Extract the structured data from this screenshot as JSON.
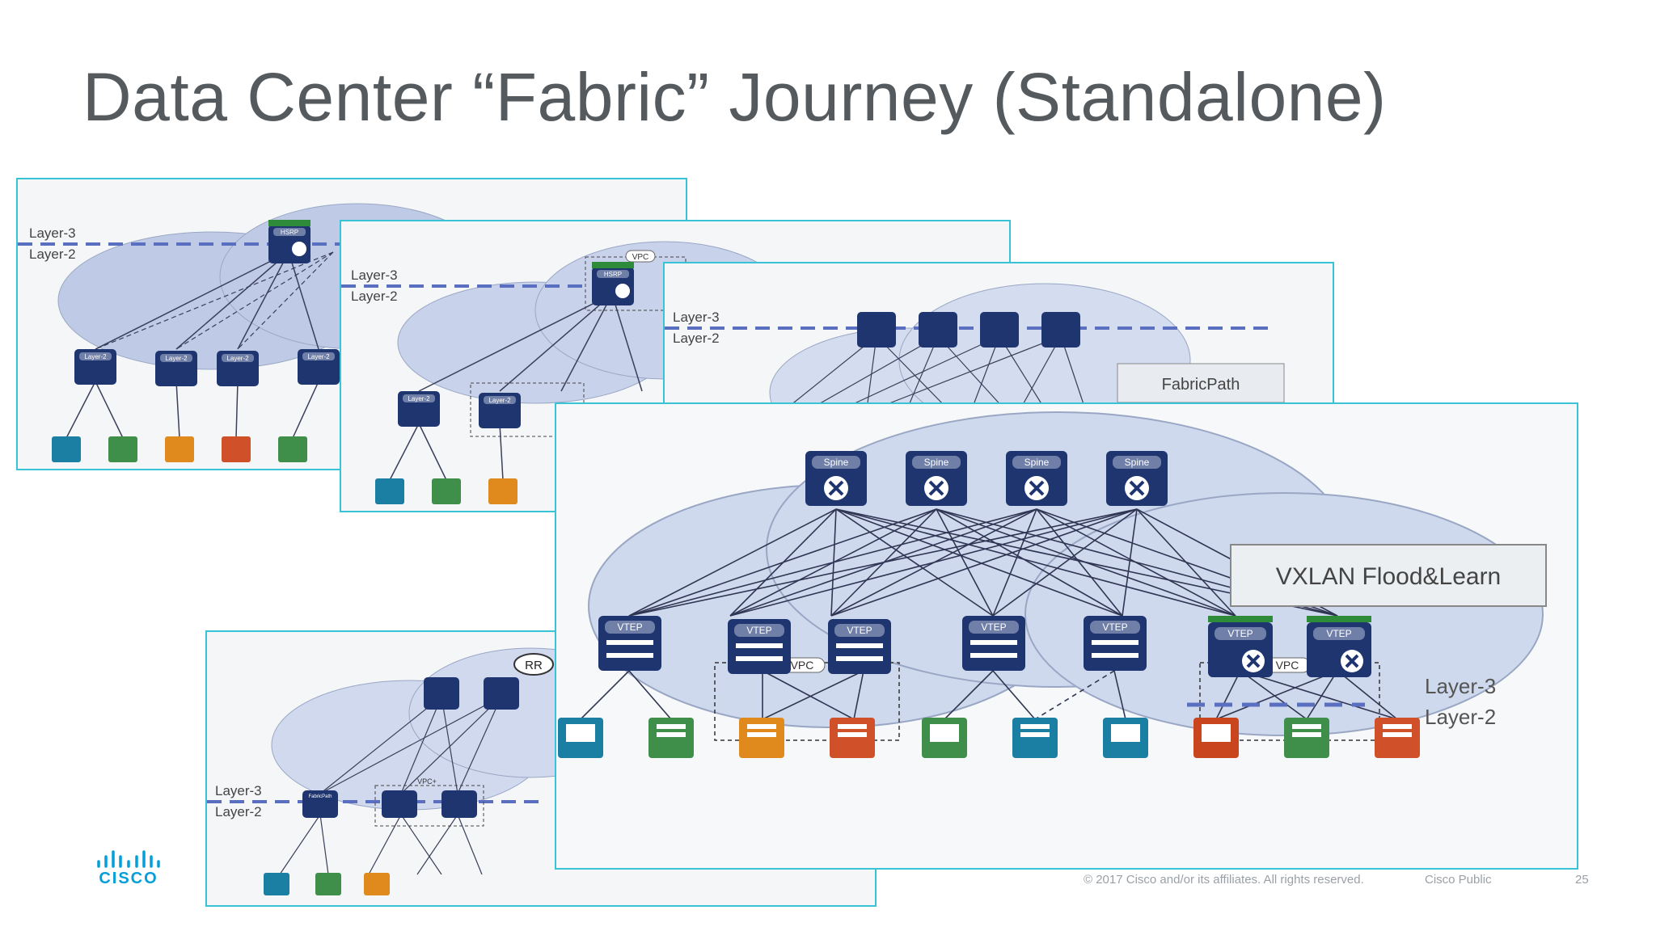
{
  "slide": {
    "title": "Data Center “Fabric” Journey (Standalone)",
    "copyright": "© 2017  Cisco and/or its affiliates. All rights reserved.",
    "classification": "Cisco Public",
    "page_number": "25",
    "logo_text": "CISCO"
  },
  "colors": {
    "panel_border": "#38c3d6",
    "boundary_line": "#5b6fc0",
    "switch_blue": "#1f3570",
    "hsrp_green": "#2e8b3a",
    "title_gray": "#555a5e"
  },
  "layer_labels": {
    "l3": "Layer-3",
    "l2": "Layer-2"
  },
  "panels": [
    {
      "id": "stp",
      "tags": {
        "gateway": "HSRP",
        "access": "Layer-2"
      }
    },
    {
      "id": "vpc",
      "tags": {
        "gateway": "HSRP",
        "access": "Layer-2",
        "vpc": "VPC"
      }
    },
    {
      "id": "fabricpath",
      "label": "FabricPath"
    },
    {
      "id": "fabricpath-bgp",
      "tags": {
        "rr": "RR",
        "fp": "FabricPath",
        "vpcplus": "VPC+"
      }
    },
    {
      "id": "vxlan",
      "label": "VXLAN Flood&Learn",
      "tags": {
        "spine": "Spine",
        "vtep": "VTEP",
        "vpc": "VPC"
      }
    }
  ]
}
